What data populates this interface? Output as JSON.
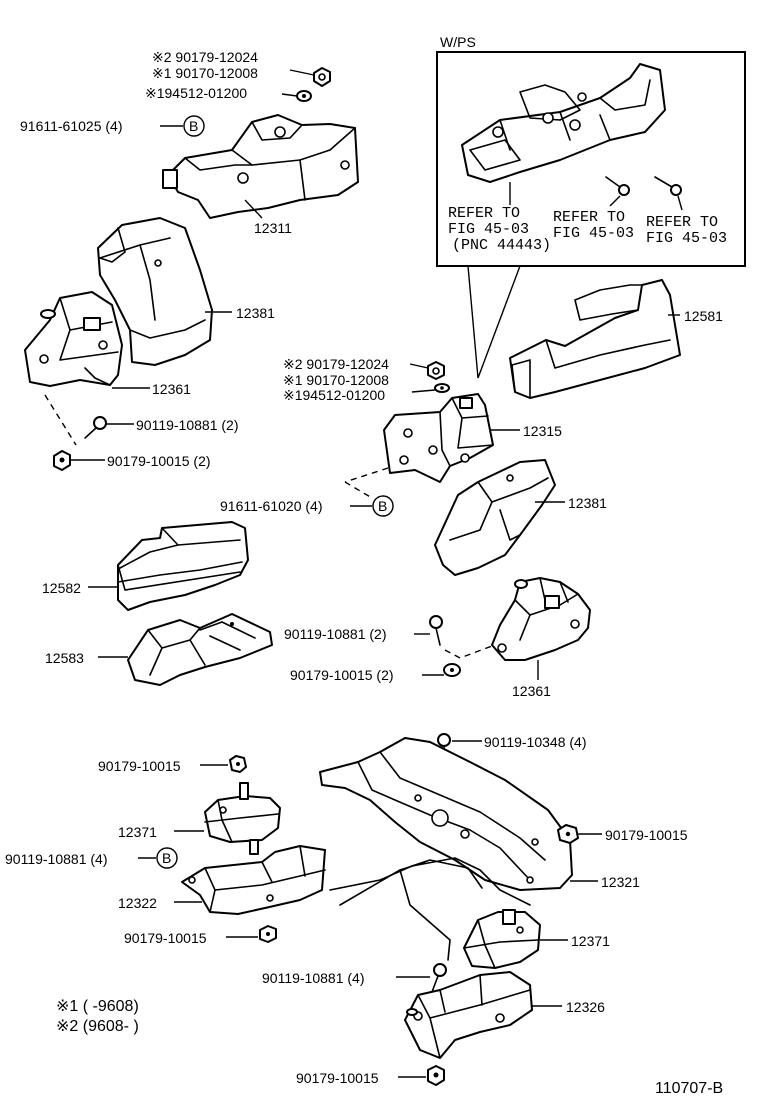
{
  "wps": {
    "title": "W/PS",
    "refer_a": [
      "REFER TO",
      "FIG 45-03",
      "(PNC 44443)"
    ],
    "refer_b": [
      "REFER TO",
      "FIG 45-03"
    ],
    "refer_c": [
      "REFER TO",
      "FIG 45-03"
    ]
  },
  "labels": {
    "top_nut": "※2 90179-12024",
    "top_nut_alt": "※1 90170-12008",
    "top_washer": "※194512-01200",
    "top_bolt_b": "91611-61025 (4)",
    "p12311": "12311",
    "p12381_left": "12381",
    "p12361_left": "12361",
    "bolt_10881_left": "90119-10881 (2)",
    "nut_10015_left": "90179-10015 (2)",
    "p12581": "12581",
    "mid_nut": "※2 90179-12024",
    "mid_nut_alt": "※1 90170-12008",
    "mid_washer": "※194512-01200",
    "p12315": "12315",
    "mid_bolt_b": "91611-61020 (4)",
    "p12381_right": "12381",
    "p12582": "12582",
    "p12583": "12583",
    "bolt_10881_mid": "90119-10881 (2)",
    "nut_10015_mid": "90179-10015 (2)",
    "p12361_right": "12361",
    "nut_10015_a": "90179-10015",
    "bolt_10348": "90119-10348 (4)",
    "p12371_left": "12371",
    "nut_10015_b": "90179-10015",
    "bolt_10881_b": "90119-10881 (4)",
    "p12322": "12322",
    "p12321": "12321",
    "nut_10015_c": "90179-10015",
    "p12371_right": "12371",
    "bolt_10881_low": "90119-10881 (4)",
    "p12326": "12326",
    "nut_10015_d": "90179-10015"
  },
  "marker_b": "B",
  "notes": {
    "note1": "※1 (        -9608)",
    "note2": "※2 (9608-        )"
  },
  "figure_id": "110707-B"
}
